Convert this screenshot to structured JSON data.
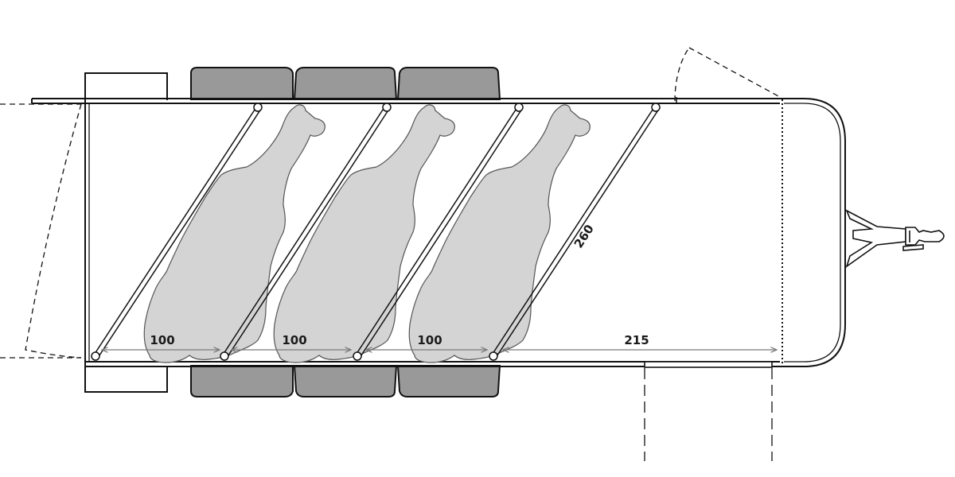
{
  "diagram": {
    "colors": {
      "line": "#111111",
      "wheel": "#999999",
      "horse_fill": "#d4d4d4",
      "horse_stroke": "#555555",
      "dimension": "#7a7a7a"
    },
    "dimensions": {
      "stall_1_width": "100",
      "stall_2_width": "100",
      "stall_3_width": "100",
      "remaining_length": "215",
      "partition_length": "260"
    },
    "components": {
      "horses": 3,
      "partitions": 4,
      "wheels_per_side": 3
    }
  }
}
